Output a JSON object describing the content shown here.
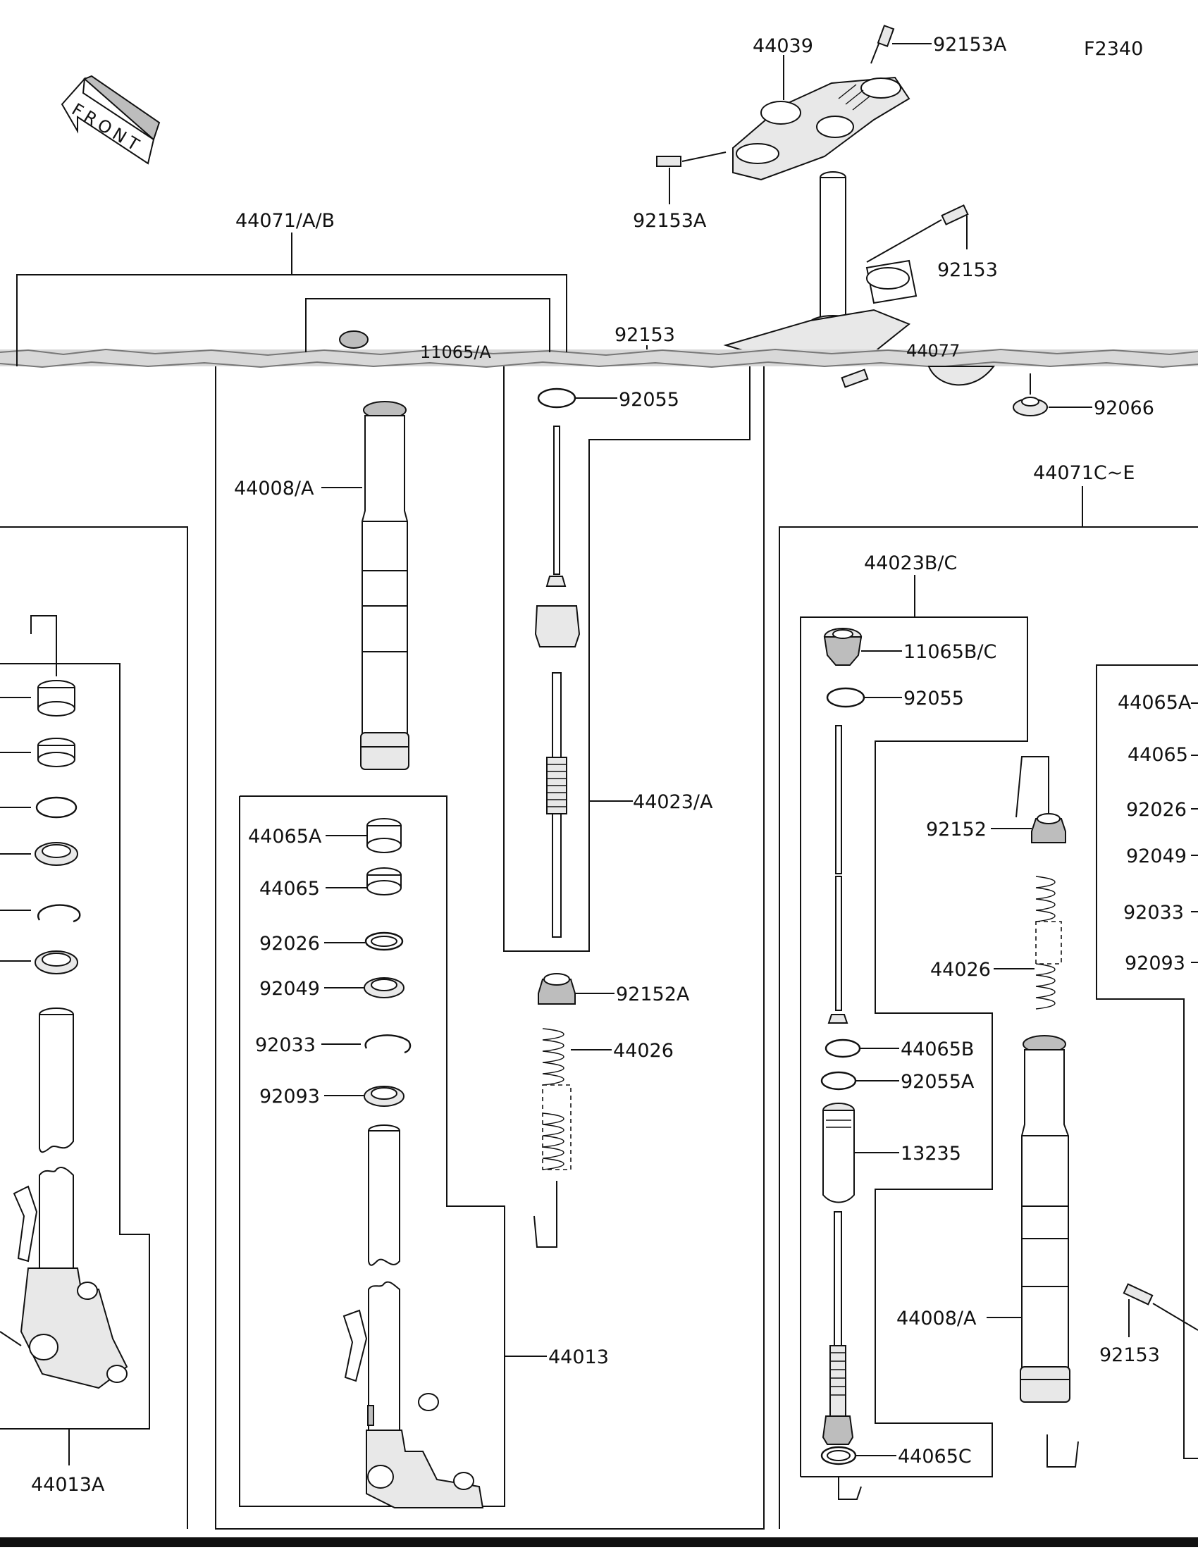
{
  "diagram": {
    "code": "F2340",
    "front_label": "FRONT",
    "labels": {
      "p44039": "44039",
      "p92153A_top": "92153A",
      "p92153A_left": "92153A",
      "p92153_stem": "92153",
      "p92153_clamp": "92153",
      "p11065A": "11065/A",
      "p44077": "44077",
      "p92066": "92066",
      "p44071AB": "44071/A/B",
      "p92055": "92055",
      "p44008A_left": "44008/A",
      "p44023A": "44023/A",
      "p92152A": "92152A",
      "p44026_mid": "44026",
      "p44065A_mid": "44065A",
      "p44065_mid": "44065",
      "p92026_mid": "92026",
      "p92049_mid": "92049",
      "p92033_mid": "92033",
      "p92093_mid": "92093",
      "p44013": "44013",
      "p44013A": "44013A",
      "p44071CE": "44071C~E",
      "p44023BC": "44023B/C",
      "p11065BC": "11065B/C",
      "p92055_r": "92055",
      "p92152": "92152",
      "p44026_r": "44026",
      "p44065B": "44065B",
      "p92055A": "92055A",
      "p13235": "13235",
      "p44008A_r": "44008/A",
      "p44065C": "44065C",
      "p92153_r": "92153",
      "p44065A_r": "44065A",
      "p44065_r": "44065",
      "p92026_r": "92026",
      "p92049_r": "92049",
      "p92033_r": "92033",
      "p92093_r": "92093"
    }
  }
}
